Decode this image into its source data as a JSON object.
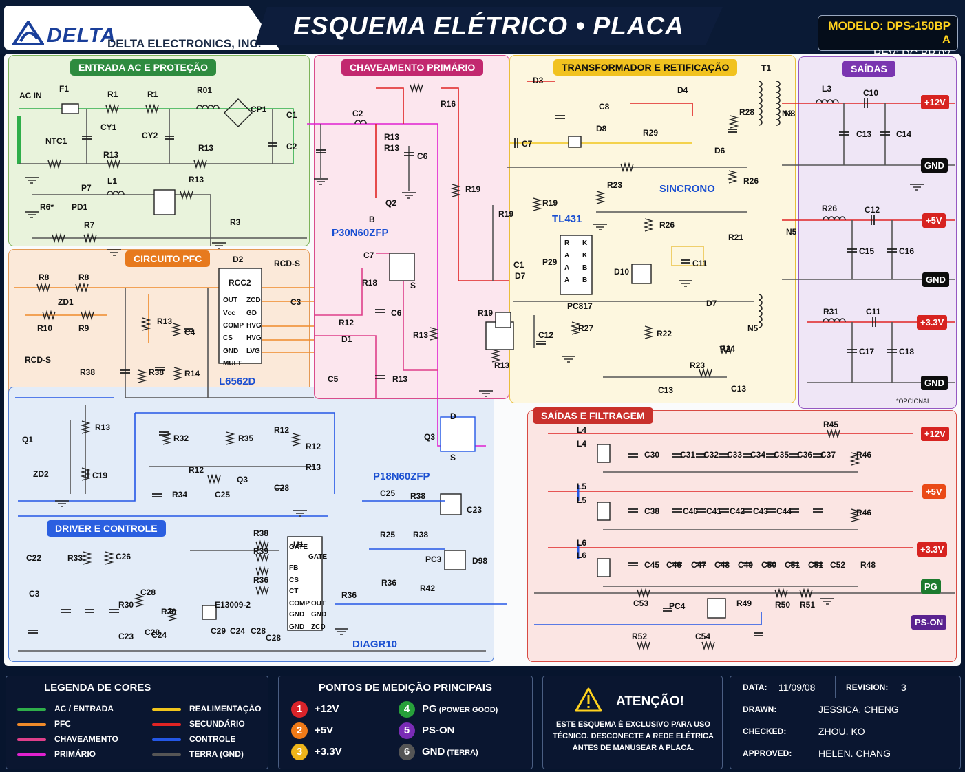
{
  "header": {
    "brand": "DELTA",
    "company": "DELTA ELECTRONICS, INC.",
    "title": "ESQUEMA ELÉTRICO • PLACA FONTE",
    "model": "MODELO: DPS-150BP A",
    "revision": "REV: DC BP 02"
  },
  "sections": {
    "ac": "ENTRADA AC E PROTEÇÃO",
    "pfc": "CIRCUITO PFC",
    "driver": "DRIVER E CONTROLE",
    "chaveamento": "CHAVEAMENTO PRIMÁRIO",
    "transformador": "TRANSFORMADOR E RETIFICAÇÃO",
    "saidas": "SAÍDAS",
    "filtragem": "SAÍDAS E FILTRAGEM"
  },
  "colors": {
    "ac": "#2fae4a",
    "pfc": "#ef8a2a",
    "chaveamento": "#de3f8a",
    "primario": "#e021d0",
    "realimentacao": "#f1c51c",
    "secundario": "#e02424",
    "controle": "#2457e6",
    "terra": "#555555"
  },
  "components": {
    "ac": [
      "AC IN",
      "F1",
      "R1",
      "R1",
      "R01",
      "CY1",
      "CY2",
      "CP1",
      "C1",
      "C2",
      "NTC1",
      "R13",
      "R13",
      "R13",
      "R6*",
      "PD1",
      "P7",
      "L1",
      "R7",
      "R3"
    ],
    "pfc": [
      "R8",
      "R8",
      "ZD1",
      "R10",
      "R9",
      "D2",
      "RCC2",
      "RCD-S",
      "C3",
      "R13",
      "C4",
      "R38",
      "R14",
      "L6562D"
    ],
    "pfc_pins_left": [
      "OUT",
      "Vcc",
      "COMP",
      "CS",
      "GND",
      "MULT"
    ],
    "pfc_pins_right": [
      "ZCD",
      "GD",
      "HVG",
      "HVG",
      "LVG"
    ],
    "driver": [
      "RCD-S",
      "Q1",
      "ZD2",
      "R13",
      "R38",
      "C19",
      "R32",
      "R35",
      "R12",
      "R12",
      "R13",
      "R12",
      "Q3",
      "R34",
      "C25",
      "C28",
      "C22",
      "R33",
      "C26",
      "C3",
      "C28",
      "R30",
      "C28",
      "R30",
      "C23",
      "C24",
      "R38",
      "R39",
      "R36",
      "U1",
      "E13009-2",
      "C29",
      "C24",
      "C28",
      "C28",
      "R36",
      "DIAGR10"
    ],
    "u1_pins_left": [
      "GATE",
      "FB",
      "CS",
      "CT",
      "COMP",
      "GND",
      "GND"
    ],
    "u1_pins_right": [
      "GATE",
      "OUT",
      "GND",
      "ZCD"
    ],
    "chaveamento": [
      "C2",
      "R13",
      "R13",
      "R16",
      "C6",
      "Q2",
      "B",
      "P30N60ZFP",
      "C7",
      "R18",
      "S",
      "R12",
      "D1",
      "C6",
      "R13",
      "C5",
      "R13",
      "R19",
      "R19",
      "R19",
      "R13",
      "Q3",
      "P18N60ZFP",
      "C25",
      "R38",
      "C23",
      "R25",
      "R38",
      "PC3",
      "D98",
      "R36",
      "R42",
      "D",
      "S"
    ],
    "transformador": [
      "D3",
      "C7",
      "C8",
      "D8",
      "R29",
      "D4",
      "R28",
      "T1",
      "N3",
      "D6",
      "R23",
      "R19",
      "SINCRONO",
      "R26",
      "TL431",
      "R26",
      "R21",
      "C1",
      "D7",
      "P29",
      "D10",
      "C11",
      "PC817",
      "C12",
      "R27",
      "R22",
      "D7",
      "N5",
      "R24",
      "R23",
      "C13",
      "C13"
    ],
    "tl431_pins": [
      "R",
      "K",
      "A",
      "K",
      "A",
      "B",
      "A",
      "B"
    ],
    "saidas": [
      "L3",
      "C10",
      "C13",
      "C14",
      "N3",
      "R26",
      "C12",
      "C15",
      "C16",
      "N5",
      "R31",
      "C11",
      "C17",
      "C18"
    ],
    "filtragem": [
      "L4",
      "L4",
      "C30",
      "C31",
      "C32",
      "C33",
      "C34",
      "C35",
      "C36",
      "C37",
      "R45",
      "R46",
      "L5",
      "L5",
      "C38",
      "C40",
      "C41",
      "C42",
      "C43",
      "C44",
      "R46",
      "L6",
      "L6",
      "C45",
      "C46",
      "C47",
      "C48",
      "C49",
      "C50",
      "C51",
      "C51",
      "C52",
      "R48",
      "C53",
      "PC4",
      "R49",
      "R50",
      "R51",
      "R52",
      "C54"
    ]
  },
  "outputs": {
    "saidas": [
      {
        "label": "+12V",
        "color": "#d72320"
      },
      {
        "label": "GND",
        "color": "#0d0d0d"
      },
      {
        "label": "+5V",
        "color": "#d72320"
      },
      {
        "label": "GND",
        "color": "#0d0d0d"
      },
      {
        "label": "+3.3V",
        "color": "#d72320"
      },
      {
        "label": "GND",
        "color": "#0d0d0d"
      }
    ],
    "filtragem": [
      {
        "label": "+12V",
        "color": "#d72320"
      },
      {
        "label": "+5V",
        "color": "#ea4a17"
      },
      {
        "label": "+3.3V",
        "color": "#d72320"
      },
      {
        "label": "PG",
        "color": "#1c7a2e"
      },
      {
        "label": "PS-ON",
        "color": "#5a2390"
      }
    ],
    "optional_note": "*OPCIONAL"
  },
  "legend": {
    "title": "LEGENDA DE CORES",
    "items": [
      {
        "label": "AC / ENTRADA",
        "color": "#2fae4a"
      },
      {
        "label": "PFC",
        "color": "#ef8a2a"
      },
      {
        "label": "CHAVEAMENTO",
        "color": "#de3f8a"
      },
      {
        "label": "PRIMÁRIO",
        "color": "#e021d0"
      },
      {
        "label": "REALIMENTAÇÃO",
        "color": "#f1c51c"
      },
      {
        "label": "SECUNDÁRIO",
        "color": "#e02424"
      },
      {
        "label": "CONTROLE",
        "color": "#2457e6"
      },
      {
        "label": "TERRA (GND)",
        "color": "#555555"
      }
    ]
  },
  "measure_points": {
    "title": "PONTOS DE MEDIÇÃO PRINCIPAIS",
    "items": [
      {
        "num": "1",
        "label": "+12V",
        "sub": "",
        "color": "#d9232a"
      },
      {
        "num": "2",
        "label": "+5V",
        "sub": "",
        "color": "#ef7a18"
      },
      {
        "num": "3",
        "label": "+3.3V",
        "sub": "",
        "color": "#efb51a"
      },
      {
        "num": "4",
        "label": "PG",
        "sub": "(POWER GOOD)",
        "color": "#27a03a"
      },
      {
        "num": "5",
        "label": "PS-ON",
        "sub": "",
        "color": "#7a2bb5"
      },
      {
        "num": "6",
        "label": "GND",
        "sub": "(TERRA)",
        "color": "#555555"
      }
    ]
  },
  "warning": {
    "title": "ATENÇÃO!",
    "text": "ESTE ESQUEMA É EXCLUSIVO PARA USO TÉCNICO. DESCONECTE A REDE ELÉTRICA ANTES DE MANUSEAR A PLACA."
  },
  "title_block": {
    "date_label": "DATA:",
    "date": "11/09/08",
    "revision_label": "REVISION:",
    "revision": "3",
    "drawn_label": "DRAWN:",
    "drawn": "JESSICA. CHENG",
    "checked_label": "CHECKED:",
    "checked": "ZHOU. KO",
    "approved_label": "APPROVED:",
    "approved": "HELEN. CHANG"
  }
}
